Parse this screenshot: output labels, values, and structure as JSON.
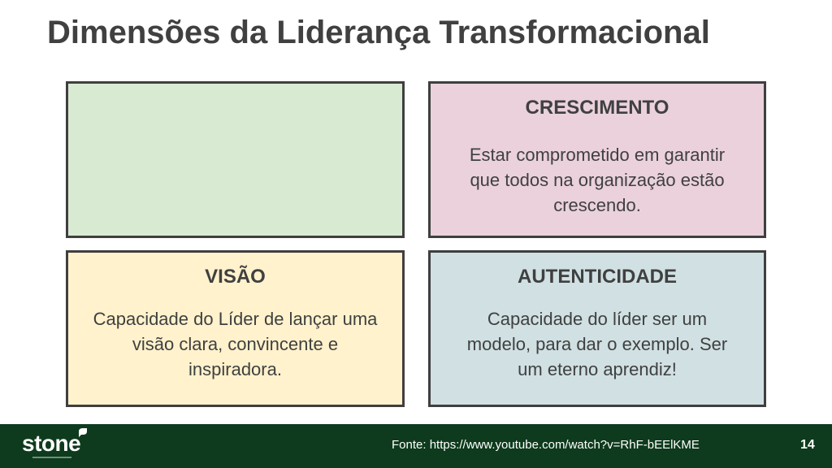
{
  "title": "Dimensões da Liderança Transformacional",
  "cards": [
    {
      "heading": "",
      "body": "",
      "color": "#d9ead3"
    },
    {
      "heading": "CRESCIMENTO",
      "body": "Estar comprometido em garantir que todos na organização estão crescendo.",
      "color": "#ead1dc"
    },
    {
      "heading": "VISÃO",
      "body": "Capacidade do Líder de lançar uma visão clara, convincente e inspiradora.",
      "color": "#fff2cc"
    },
    {
      "heading": "AUTENTICIDADE",
      "body": "Capacidade do líder ser um modelo, para dar o exemplo. Ser um eterno aprendiz!",
      "color": "#d0e0e3"
    }
  ],
  "footer": {
    "logo_text": "stone",
    "source": "Fonte: https://www.youtube.com/watch?v=RhF-bEElKME",
    "page_number": "14",
    "background": "#0e3b1d"
  }
}
